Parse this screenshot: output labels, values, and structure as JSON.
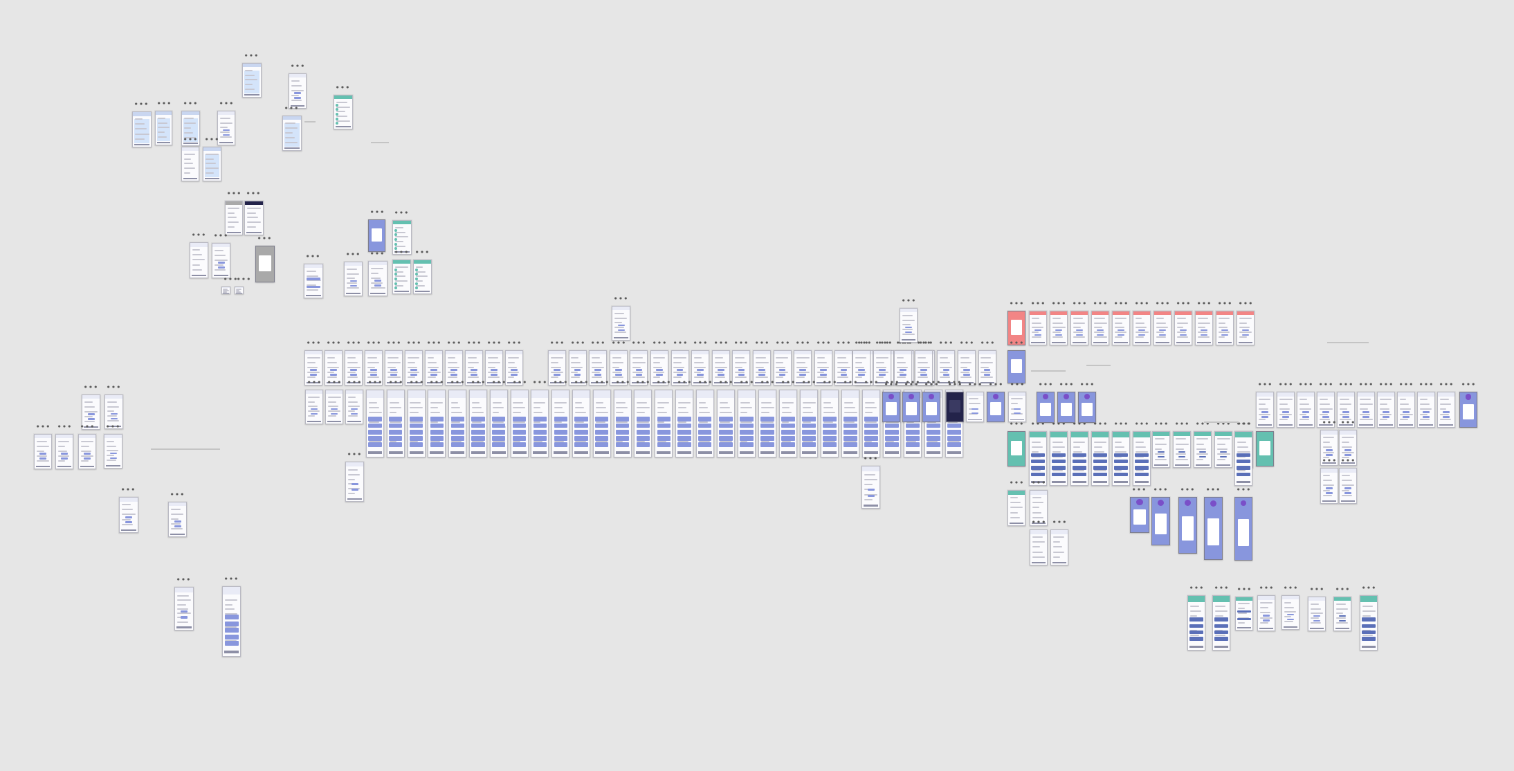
{
  "canvas": {
    "background": "#e6e6e6",
    "palette": {
      "default": "#fbfbfd",
      "blue": "#8896dd",
      "pale_blue": "#d4e4fa",
      "teal": "#64c0b0",
      "coral": "#f28585",
      "navy": "#23234a",
      "purple": "#7a4fc8",
      "gray": "#a9a9a9"
    },
    "screen_types": [
      "blank",
      "list",
      "form",
      "cards",
      "hero",
      "dark",
      "map"
    ]
  }
}
